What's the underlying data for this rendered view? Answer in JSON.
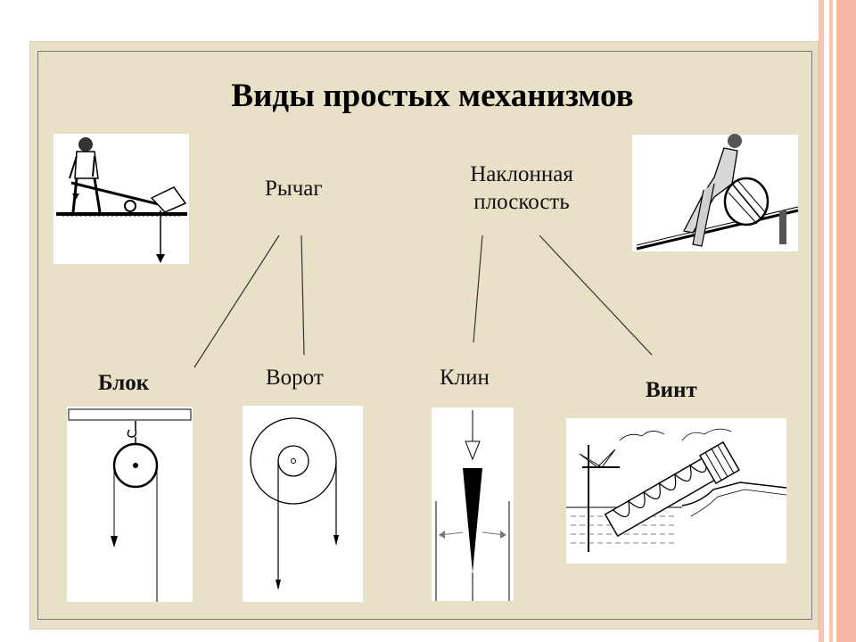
{
  "slide": {
    "title": "Виды простых механизмов"
  },
  "nodes": {
    "lever": "Рычаг",
    "incline_line1": "Наклонная",
    "incline_line2": "плоскость",
    "block": "Блок",
    "windlass": "Ворот",
    "wedge": "Клин",
    "screw": "Винт"
  },
  "colors": {
    "slide_background": "#e9e1c7",
    "accent_stripe": "#f3b9a3",
    "text": "#000000",
    "lines": "#333333"
  },
  "illustrations": [
    "man-with-lever-illustration",
    "man-rolling-barrel-on-incline-illustration",
    "pulley-block-diagram",
    "windlass-wheel-diagram",
    "wedge-diagram",
    "archimedes-screw-illustration"
  ]
}
